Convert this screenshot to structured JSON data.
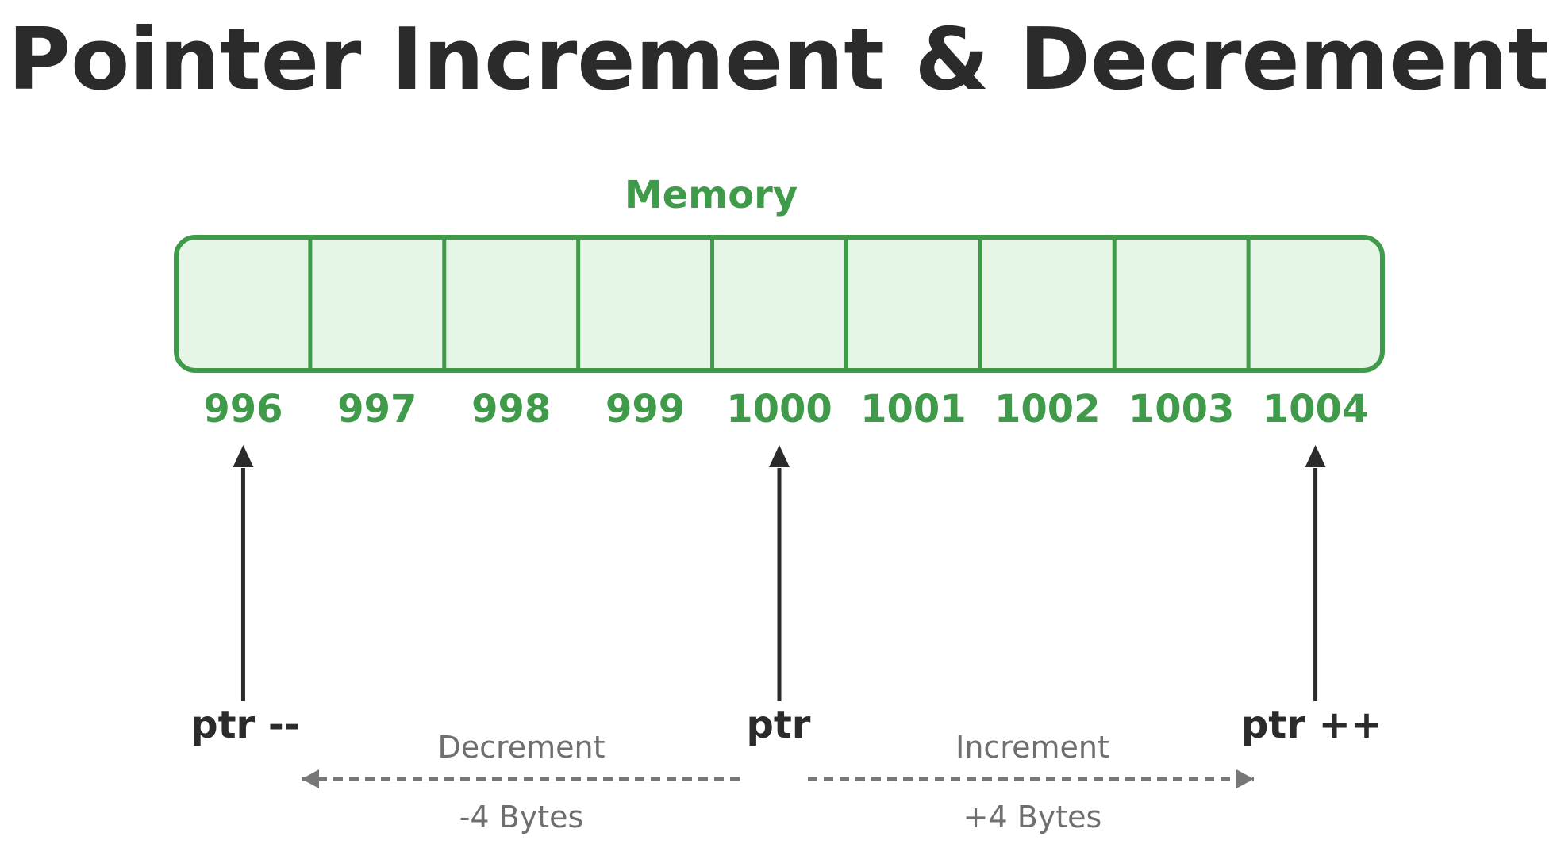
{
  "title": "Pointer Increment & Decrement",
  "memory": {
    "label": "Memory",
    "addresses": [
      "996",
      "997",
      "998",
      "999",
      "1000",
      "1001",
      "1002",
      "1003",
      "1004"
    ]
  },
  "pointers": {
    "decremented": "ptr --",
    "current": "ptr",
    "incremented": "ptr ++"
  },
  "decrement": {
    "label": "Decrement",
    "bytes": "-4 Bytes"
  },
  "increment": {
    "label": "Increment",
    "bytes": "+4 Bytes"
  },
  "colors": {
    "accent_green": "#3f9a4a",
    "cell_fill": "#e6f6e6",
    "text_dark": "#2b2b2b",
    "text_gray": "#6f6f6f",
    "dashed_arrow": "#777777"
  }
}
